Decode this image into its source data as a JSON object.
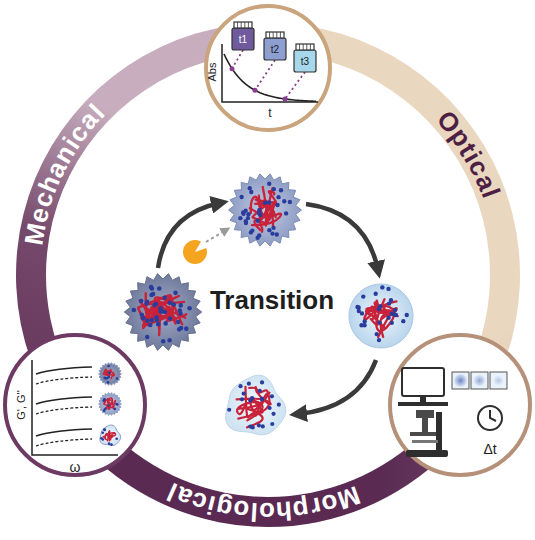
{
  "diagram": {
    "labels": [
      "Mechanical",
      "Optical",
      "Morphological",
      "Transition",
      "Abs",
      "t",
      "t1",
      "t2",
      "t3",
      "G', G''",
      "ω",
      "Δt"
    ]
  }
}
